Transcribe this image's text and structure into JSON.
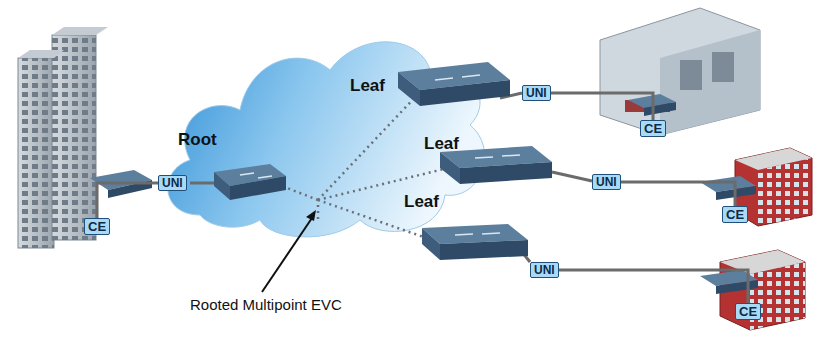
{
  "diagram": {
    "nodes": [
      {
        "text": [
          "CE"
        ]
      },
      {
        "text": [
          "UNI"
        ]
      },
      {
        "text": [
          "UNI"
        ]
      },
      {
        "text": [
          "CE"
        ]
      },
      {
        "text": [
          "UNI"
        ]
      },
      {
        "text": [
          "CE"
        ]
      },
      {
        "text": [
          "UNI"
        ]
      },
      {
        "text": [
          "CE"
        ]
      }
    ],
    "edges": [
      {
        "from": 0,
        "to": 1,
        "arrow": "none"
      },
      {
        "from": 3,
        "to": 2,
        "arrow": "none"
      },
      {
        "from": 5,
        "to": 4,
        "arrow": "none"
      },
      {
        "from": 7,
        "to": 6,
        "arrow": "none"
      }
    ],
    "labels": [
      "Root",
      "Leaf",
      "Leaf",
      "Leaf",
      "Rooted Multipoint EVC"
    ]
  }
}
